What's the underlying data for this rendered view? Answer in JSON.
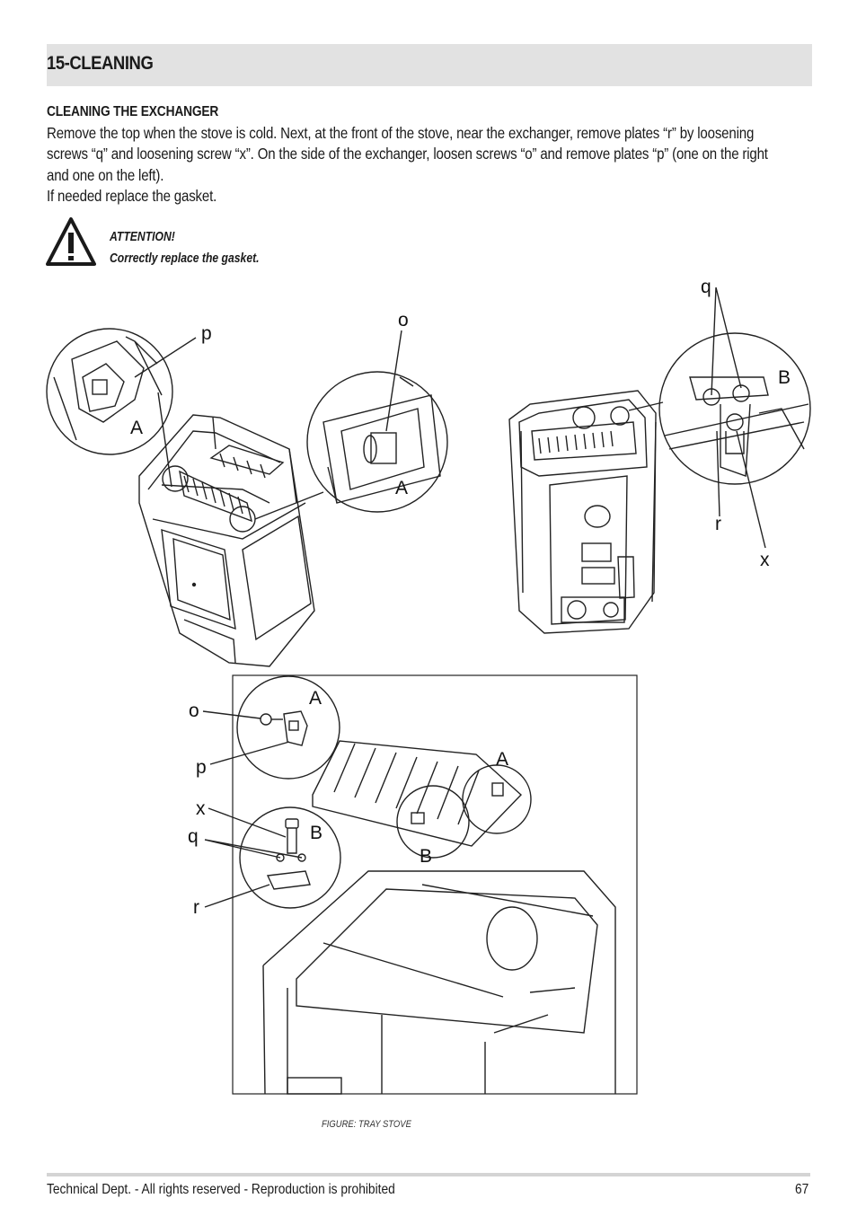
{
  "header": {
    "title": "15-CLEANING"
  },
  "section": {
    "heading": "CLEANING THE EXCHANGER",
    "paragraphs": [
      "Remove the top when the stove is cold. Next, at the front of the stove, near the exchanger, remove plates “r” by loosening",
      "screws “q” and loosening screw “x”. On the side of the exchanger, loosen screws “o” and remove plates “p” (one on the right",
      "and one on the left).",
      "If needed replace the gasket."
    ]
  },
  "attention": {
    "title": "ATTENTION!",
    "text": "Correctly replace the gasket."
  },
  "figure": {
    "labels": {
      "p1": "p",
      "a1": "A",
      "o1": "o",
      "a2": "A",
      "q1": "q",
      "b1": "B",
      "r1": "r",
      "x1": "x",
      "o2": "o",
      "a3": "A",
      "p2": "p",
      "a4": "A",
      "x2": "x",
      "q2": "q",
      "b2": "B",
      "b3": "B",
      "r2": "r"
    },
    "caption": "FIGURE: TRAY STOVE"
  },
  "footer": {
    "text": "Technical Dept. - All rights reserved - Reproduction is prohibited",
    "page": "67"
  }
}
